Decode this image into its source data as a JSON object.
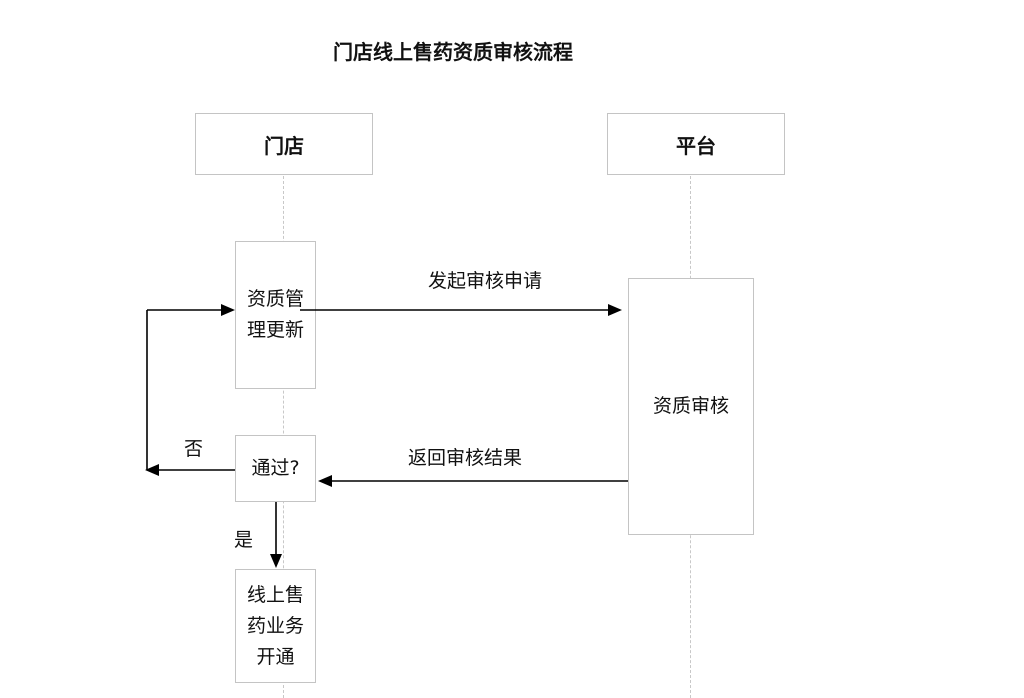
{
  "title": "门店线上售药资质审核流程",
  "lanes": {
    "store": "门店",
    "platform": "平台"
  },
  "boxes": {
    "update_line1": "资质管",
    "update_line2": "理更新",
    "check": "通过?",
    "open_line1": "线上售",
    "open_line2": "药业务",
    "open_line3": "开通",
    "review": "资质审核"
  },
  "messages": {
    "request": "发起审核申请",
    "result": "返回审核结果"
  },
  "decision": {
    "no": "否",
    "yes": "是"
  }
}
